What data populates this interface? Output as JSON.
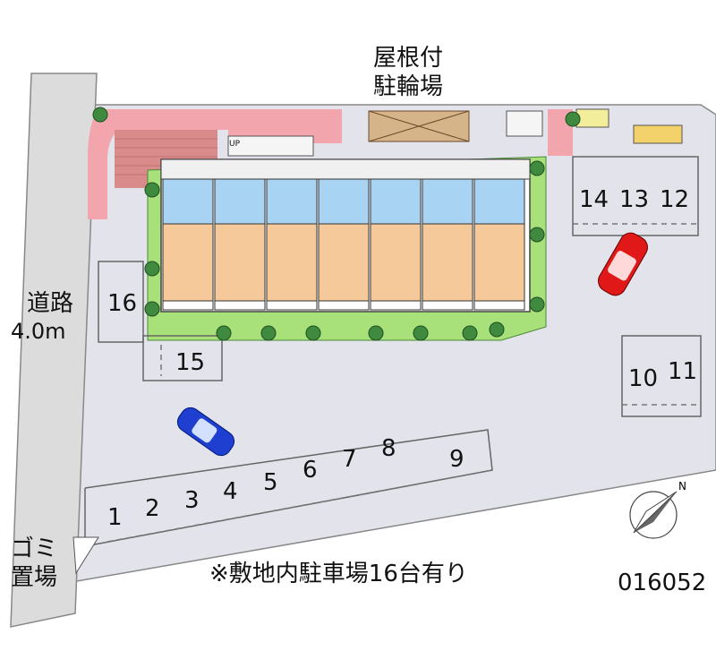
{
  "labels": {
    "bike_shelter_line1": "屋根付",
    "bike_shelter_line2": "駐輪場",
    "road_line1": "道路",
    "road_line2": "4.0m",
    "garbage_line1": "ゴミ",
    "garbage_line2": "置場",
    "parking_note": "※敷地内駐車場16台有り",
    "property_code": "016052",
    "stair_up": "UP"
  },
  "parking_slots": [
    "1",
    "2",
    "3",
    "4",
    "5",
    "6",
    "7",
    "8",
    "9",
    "10",
    "11",
    "12",
    "13",
    "14",
    "15",
    "16"
  ],
  "colors": {
    "ground": "#e3e3ec",
    "road": "#dcdcdc",
    "walkway_pink": "#f2a5ad",
    "brick": "#d98a8a",
    "hedge": "#a8e07a",
    "tree": "#3f8a3f",
    "room_tan": "#f6c99a",
    "room_blue": "#a9d3f2",
    "car_red": "#e01818",
    "car_blue": "#1e3fd0"
  },
  "icons": [
    "north-compass-icon",
    "red-car-icon",
    "blue-car-icon"
  ]
}
